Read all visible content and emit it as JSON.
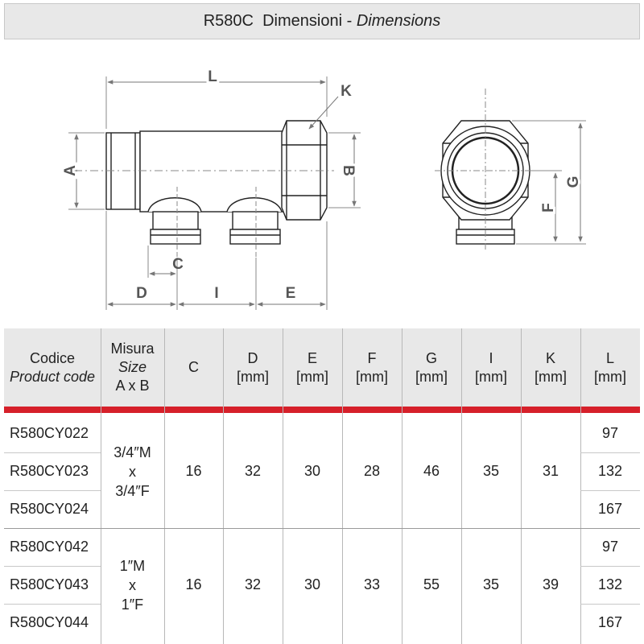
{
  "title": {
    "code": "R580C",
    "label_it": "Dimensioni",
    "separator": " - ",
    "label_en": "Dimensions"
  },
  "drawing": {
    "labels": {
      "L": "L",
      "K": "K",
      "A": "A",
      "B": "B",
      "C": "C",
      "D": "D",
      "I": "I",
      "E": "E",
      "F": "F",
      "G": "G"
    }
  },
  "table": {
    "headers": {
      "codice": "Codice",
      "product_code": "Product code",
      "misura": "Misura",
      "size": "Size",
      "axb": "A x B",
      "C": "C",
      "D": "D",
      "E": "E",
      "F": "F",
      "G": "G",
      "I": "I",
      "K": "K",
      "L": "L",
      "unit": "[mm]"
    },
    "groups": [
      {
        "size_top": "3/4″M",
        "size_mid": "x",
        "size_bottom": "3/4″F",
        "C": "16",
        "D": "32",
        "E": "30",
        "F": "28",
        "G": "46",
        "I": "35",
        "K": "31",
        "rows": [
          {
            "code": "R580CY022",
            "L": "97"
          },
          {
            "code": "R580CY023",
            "L": "132"
          },
          {
            "code": "R580CY024",
            "L": "167"
          }
        ]
      },
      {
        "size_top": "1″M",
        "size_mid": "x",
        "size_bottom": "1″F",
        "C": "16",
        "D": "32",
        "E": "30",
        "F": "33",
        "G": "55",
        "I": "35",
        "K": "39",
        "rows": [
          {
            "code": "R580CY042",
            "L": "97"
          },
          {
            "code": "R580CY043",
            "L": "132"
          },
          {
            "code": "R580CY044",
            "L": "167"
          }
        ]
      }
    ]
  },
  "colors": {
    "header_bg": "#e8e8e8",
    "accent_rule": "#d6202a",
    "grid": "#b8b8b8"
  }
}
